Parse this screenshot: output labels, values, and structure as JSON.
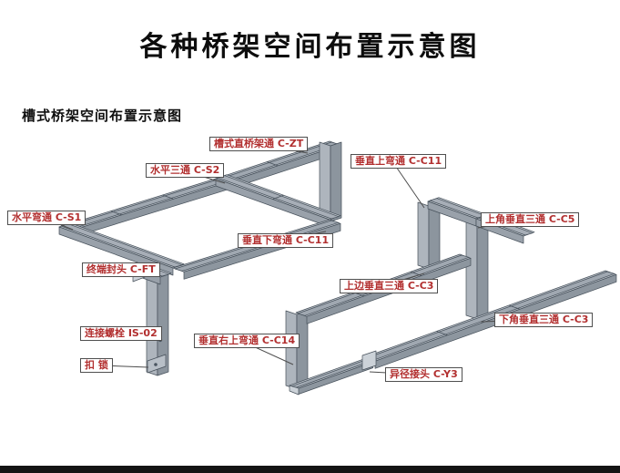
{
  "page": {
    "title": "各种桥架空间布置示意图",
    "subtitle": "槽式桥架空间布置示意图"
  },
  "labels": {
    "zt": {
      "text": "槽式直桥架通 C-ZT"
    },
    "s2": {
      "text": "水平三通 C-S2"
    },
    "c11_up": {
      "text": "垂直上弯通 C-C11"
    },
    "s1": {
      "text": "水平弯通 C-S1"
    },
    "c11_down": {
      "text": "垂直下弯通 C-C11"
    },
    "c5": {
      "text": "上角垂直三通 C-C5"
    },
    "ft": {
      "text": "终端封头 C-FT"
    },
    "c3_up": {
      "text": "上边垂直三通 C-C3"
    },
    "is02": {
      "text": "连接螺栓 IS-02"
    },
    "c14": {
      "text": "垂直右上弯通 C-C14"
    },
    "c3_down": {
      "text": "下角垂直三通 C-C3"
    },
    "lock": {
      "text": "扣 锁"
    },
    "y3": {
      "text": "异径接头 C-Y3"
    }
  },
  "colors": {
    "label_text": "#b22f2f",
    "tray_top": "#b4bbc3",
    "tray_side": "#8d969f",
    "edge": "#46505a",
    "title_text": "#0d0d0d"
  }
}
